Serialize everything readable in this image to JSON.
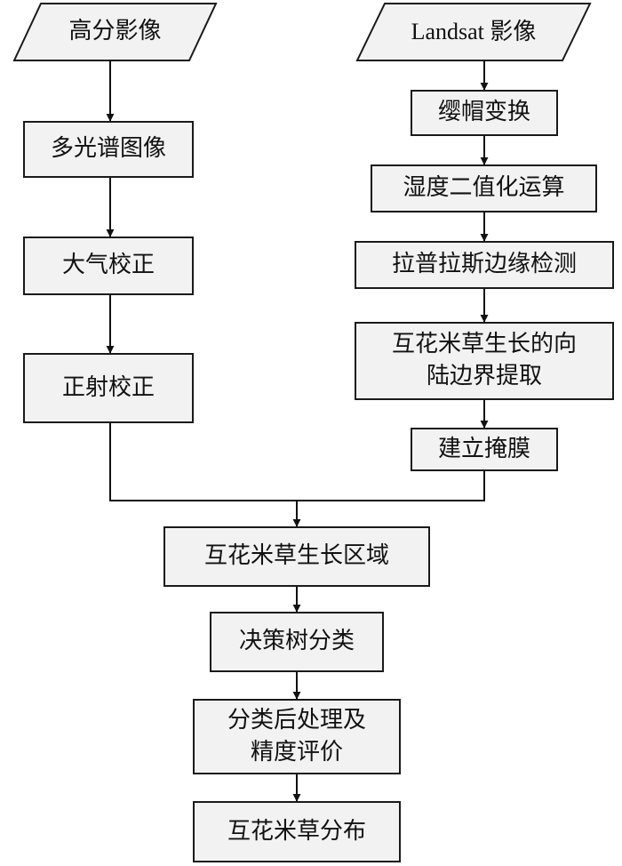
{
  "inputs": {
    "high_res": "高分影像",
    "landsat": "Landsat 影像"
  },
  "left_branch": {
    "multispectral": "多光谱图像",
    "atmospheric": "大气校正",
    "ortho": "正射校正"
  },
  "right_branch": {
    "tasseled_cap": "缨帽变换",
    "wetness": "湿度二值化运算",
    "laplacian": "拉普拉斯边缘检测",
    "boundary_line1": "互花米草生长的向",
    "boundary_line2": "陆边界提取",
    "mask": "建立掩膜"
  },
  "main_flow": {
    "region": "互花米草生长区域",
    "decision_tree": "决策树分类",
    "post_line1": "分类后处理及",
    "post_line2": "精度评价",
    "distribution": "互花米草分布"
  }
}
